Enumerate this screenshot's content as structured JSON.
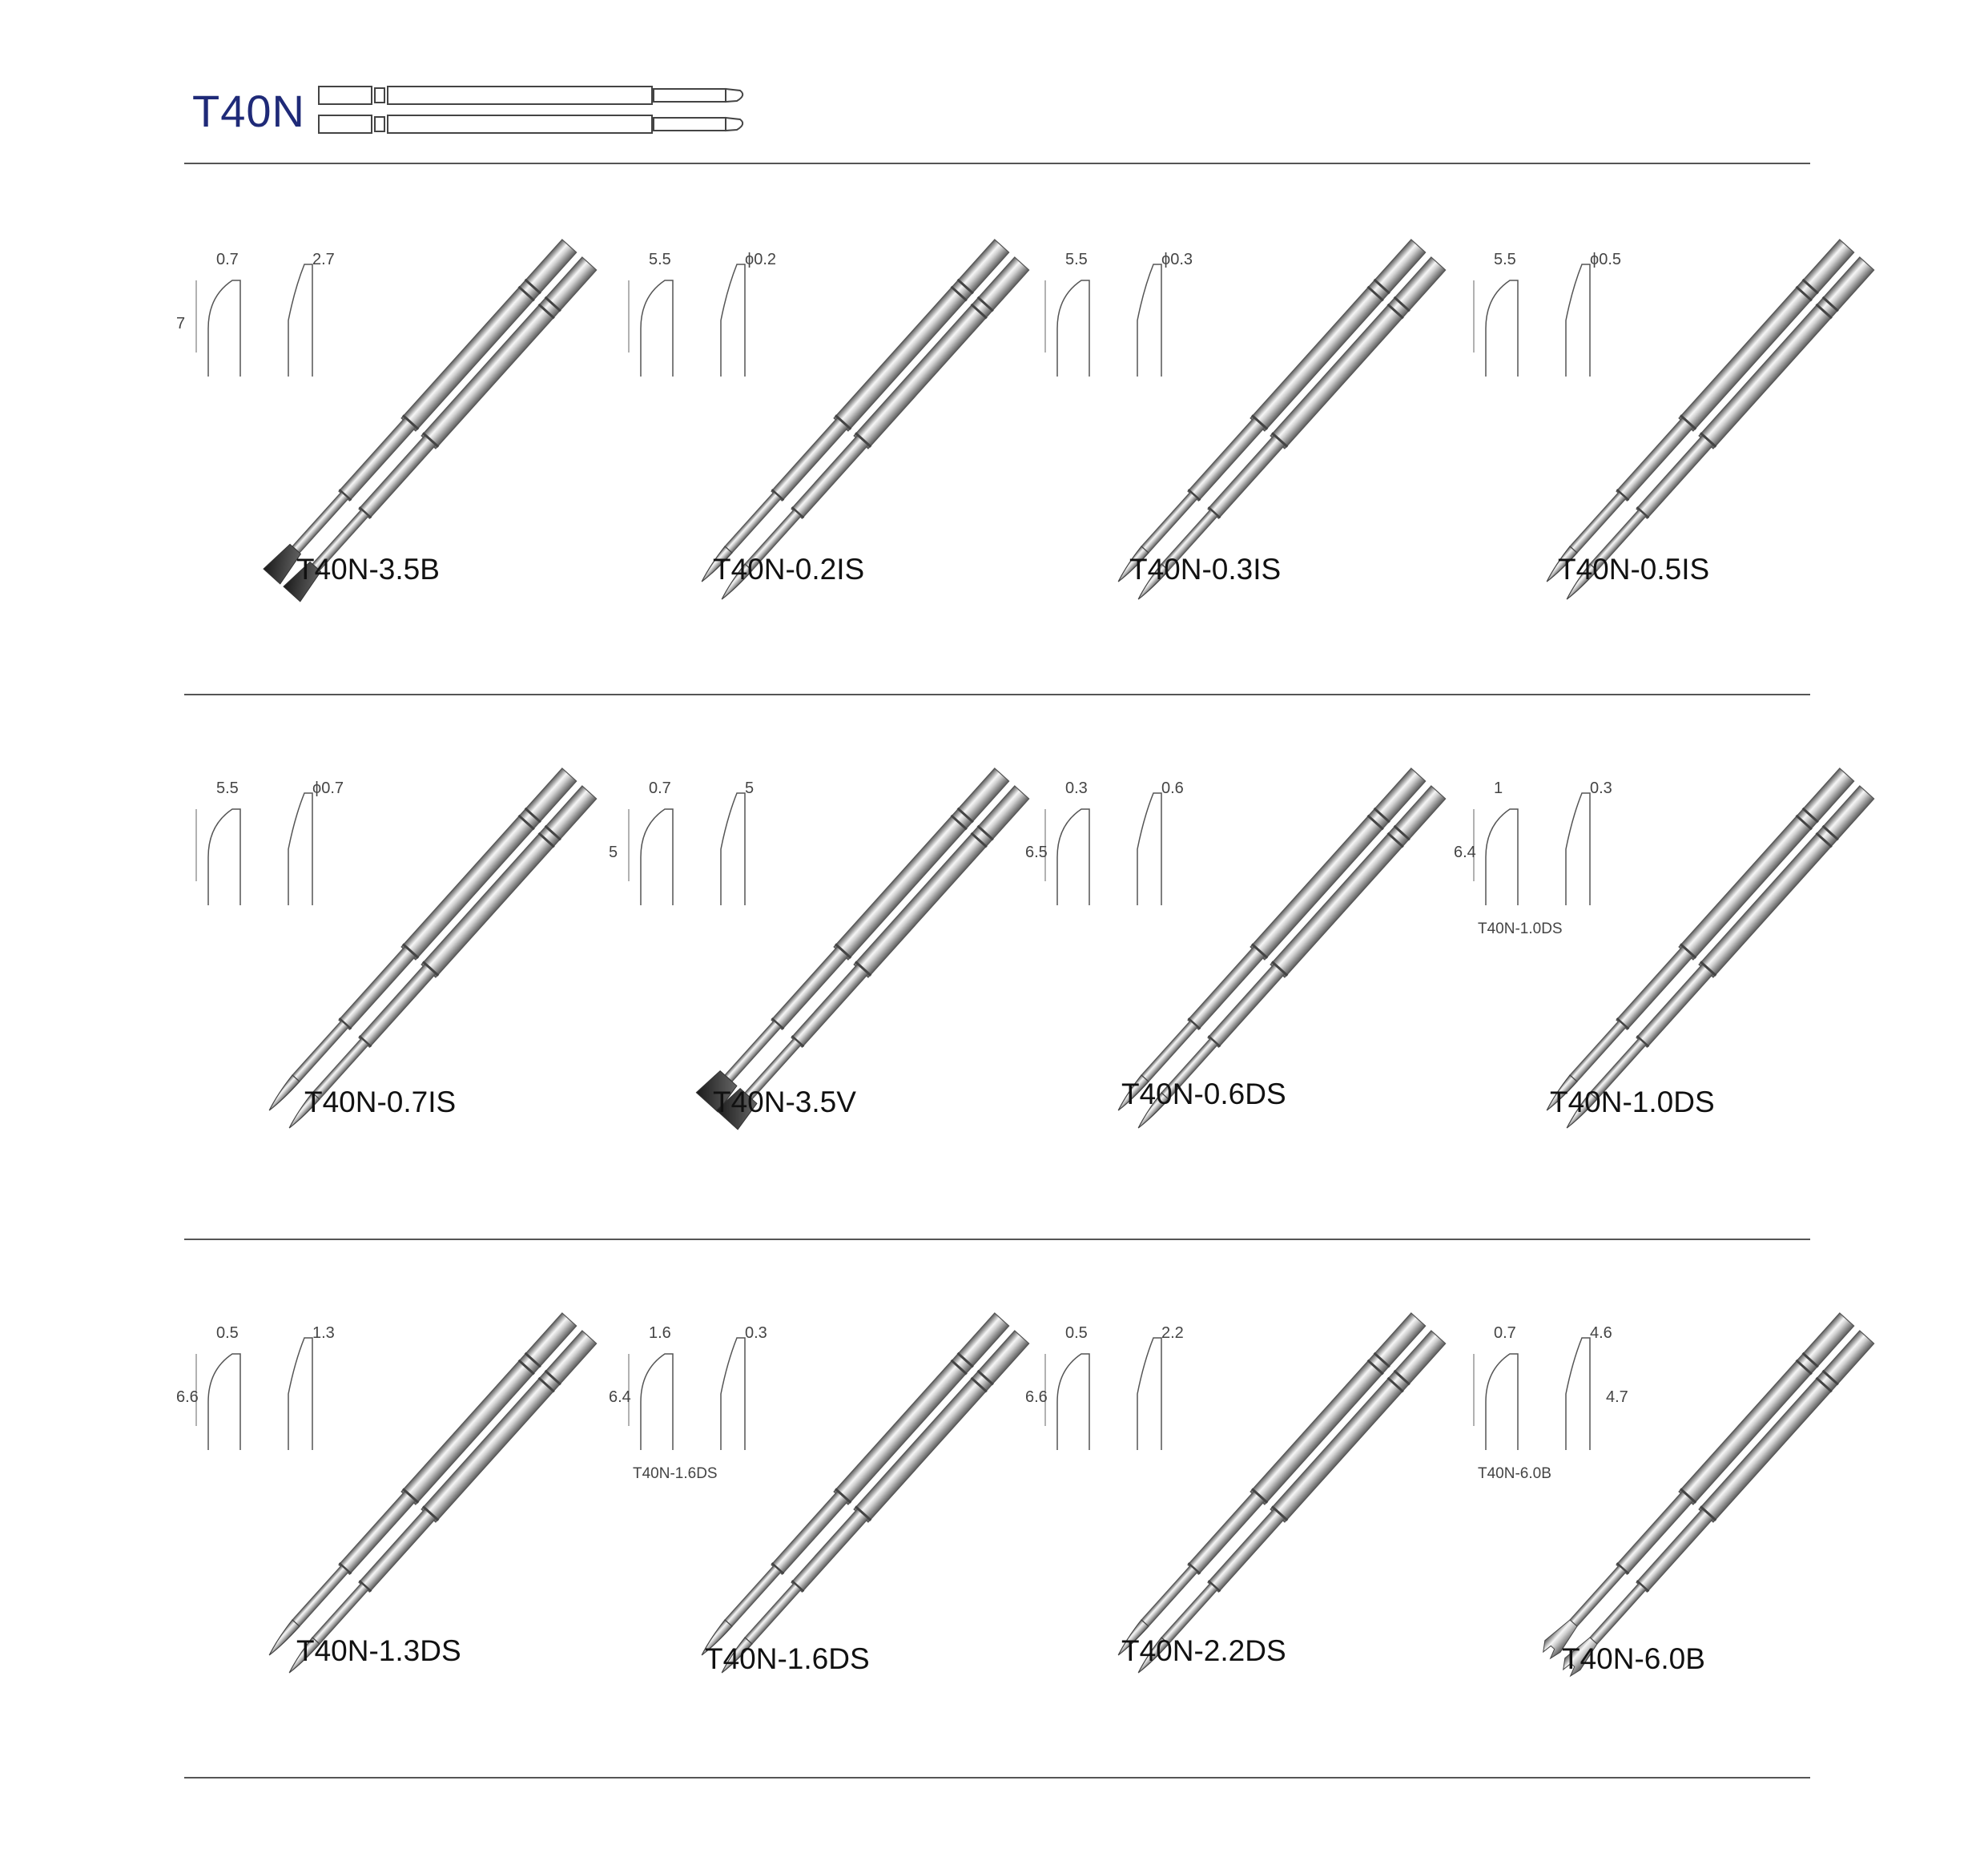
{
  "header": {
    "title": "T40N"
  },
  "colors": {
    "title": "#1f2a78",
    "rule": "#555555",
    "metal_dark": "#6f6f6f",
    "metal_light": "#f4f4f4",
    "text": "#111111"
  },
  "rows": [
    {
      "tips": [
        {
          "label": "T40N-3.5B",
          "tip_style": "blade",
          "drawing": {
            "left": [
              "0.7",
              "7"
            ],
            "right": [
              "2.7"
            ]
          }
        },
        {
          "label": "T40N-0.2IS",
          "tip_style": "needle",
          "drawing": {
            "left": [
              "5.5"
            ],
            "right": [
              "ϕ0.2"
            ]
          }
        },
        {
          "label": "T40N-0.3IS",
          "tip_style": "needle",
          "drawing": {
            "left": [
              "5.5"
            ],
            "right": [
              "ϕ0.3"
            ]
          }
        },
        {
          "label": "T40N-0.5IS",
          "tip_style": "needle",
          "drawing": {
            "left": [
              "5.5"
            ],
            "right": [
              "ϕ0.5"
            ]
          }
        }
      ]
    },
    {
      "tips": [
        {
          "label": "T40N-0.7IS",
          "tip_style": "needle",
          "drawing": {
            "left": [
              "5.5"
            ],
            "right": [
              "ϕ0.7"
            ]
          }
        },
        {
          "label": "T40N-3.5V",
          "tip_style": "vblade",
          "drawing": {
            "left": [
              "0.7",
              "5"
            ],
            "right": [
              "5"
            ]
          }
        },
        {
          "label": "T40N-0.6DS",
          "tip_style": "needle",
          "drawing": {
            "left": [
              "0.3",
              "6.5"
            ],
            "right": [
              "0.6"
            ]
          }
        },
        {
          "label": "T40N-1.0DS",
          "tip_style": "needle",
          "drawing": {
            "left": [
              "1",
              "6.4"
            ],
            "right": [
              "0.3"
            ],
            "caption": "T40N-1.0DS"
          }
        }
      ]
    },
    {
      "tips": [
        {
          "label": "T40N-1.3DS",
          "tip_style": "needle",
          "drawing": {
            "left": [
              "0.5",
              "6.6"
            ],
            "right": [
              "1.3"
            ]
          }
        },
        {
          "label": "T40N-1.6DS",
          "tip_style": "needle",
          "drawing": {
            "left": [
              "1.6",
              "6.4"
            ],
            "right": [
              "0.3"
            ],
            "caption": "T40N-1.6DS"
          }
        },
        {
          "label": "T40N-2.2DS",
          "tip_style": "needle",
          "drawing": {
            "left": [
              "0.5",
              "6.6"
            ],
            "right": [
              "2.2"
            ]
          }
        },
        {
          "label": "T40N-6.0B",
          "tip_style": "fork",
          "drawing": {
            "left": [
              "0.7"
            ],
            "right": [
              "4.6",
              "4.7"
            ],
            "caption": "T40N-6.0B"
          }
        }
      ]
    }
  ]
}
